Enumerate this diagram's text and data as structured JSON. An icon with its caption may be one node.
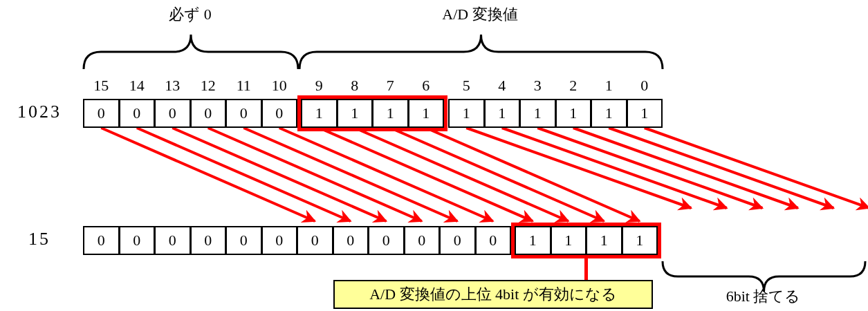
{
  "diagram": {
    "nodes": [
      {
        "text": [
          "0"
        ]
      },
      {
        "text": [
          "0"
        ]
      },
      {
        "text": [
          "0"
        ]
      },
      {
        "text": [
          "0"
        ]
      },
      {
        "text": [
          "0"
        ]
      },
      {
        "text": [
          "0"
        ]
      },
      {
        "text": [
          "1"
        ],
        "in": 34
      },
      {
        "text": [
          "1"
        ],
        "in": 34
      },
      {
        "text": [
          "1"
        ],
        "in": 34
      },
      {
        "text": [
          "1"
        ],
        "in": 34
      },
      {
        "text": [
          "1"
        ]
      },
      {
        "text": [
          "1"
        ]
      },
      {
        "text": [
          "1"
        ]
      },
      {
        "text": [
          "1"
        ]
      },
      {
        "text": [
          "1"
        ]
      },
      {
        "text": [
          "1"
        ]
      },
      {
        "text": [
          "0"
        ]
      },
      {
        "text": [
          "0"
        ]
      },
      {
        "text": [
          "0"
        ]
      },
      {
        "text": [
          "0"
        ]
      },
      {
        "text": [
          "0"
        ]
      },
      {
        "text": [
          "0"
        ]
      },
      {
        "text": [
          "0"
        ]
      },
      {
        "text": [
          "0"
        ]
      },
      {
        "text": [
          "0"
        ]
      },
      {
        "text": [
          "0"
        ]
      },
      {
        "text": [
          "0"
        ]
      },
      {
        "text": [
          "0"
        ]
      },
      {
        "text": [
          "1"
        ],
        "in": 32
      },
      {
        "text": [
          "1"
        ],
        "in": 32
      },
      {
        "text": [
          "1"
        ],
        "in": 32
      },
      {
        "text": [
          "1"
        ],
        "in": 32
      },
      {
        "text": [],
        "shape": "box"
      },
      {
        "text": [
          "A/D 変換値の上位 4bit が有効になる"
        ]
      },
      {
        "text": [],
        "shape": "box"
      }
    ],
    "edges": [
      {
        "from": 0,
        "to": 22,
        "arrow": "to"
      },
      {
        "from": 1,
        "to": 23,
        "arrow": "to"
      },
      {
        "from": 2,
        "to": 24,
        "arrow": "to"
      },
      {
        "from": 3,
        "to": 25,
        "arrow": "to"
      },
      {
        "from": 4,
        "to": 26,
        "arrow": "to"
      },
      {
        "from": 5,
        "to": 27,
        "arrow": "to"
      },
      {
        "from": 6,
        "to": 28,
        "arrow": "to"
      },
      {
        "from": 7,
        "to": 29,
        "arrow": "to"
      },
      {
        "from": 8,
        "to": 30,
        "arrow": "to"
      },
      {
        "from": 9,
        "to": 31,
        "arrow": "to"
      },
      {
        "from": 10,
        "to": null,
        "arrow": "to"
      },
      {
        "from": 11,
        "to": null,
        "arrow": "to"
      },
      {
        "from": 12,
        "to": null,
        "arrow": "to"
      },
      {
        "from": 13,
        "to": null,
        "arrow": "to"
      },
      {
        "from": 14,
        "to": null,
        "arrow": "to"
      },
      {
        "from": 15,
        "to": null,
        "arrow": "to"
      },
      {
        "from": 33,
        "to": 32,
        "arrow": "none"
      }
    ],
    "labels": [
      "必ず 0",
      "A/D 変換値",
      "15",
      "14",
      "13",
      "12",
      "11",
      "10",
      "9",
      "8",
      "7",
      "6",
      "5",
      "4",
      "3",
      "2",
      "1",
      "0",
      "1023",
      "15",
      "6bit 捨てる"
    ]
  }
}
